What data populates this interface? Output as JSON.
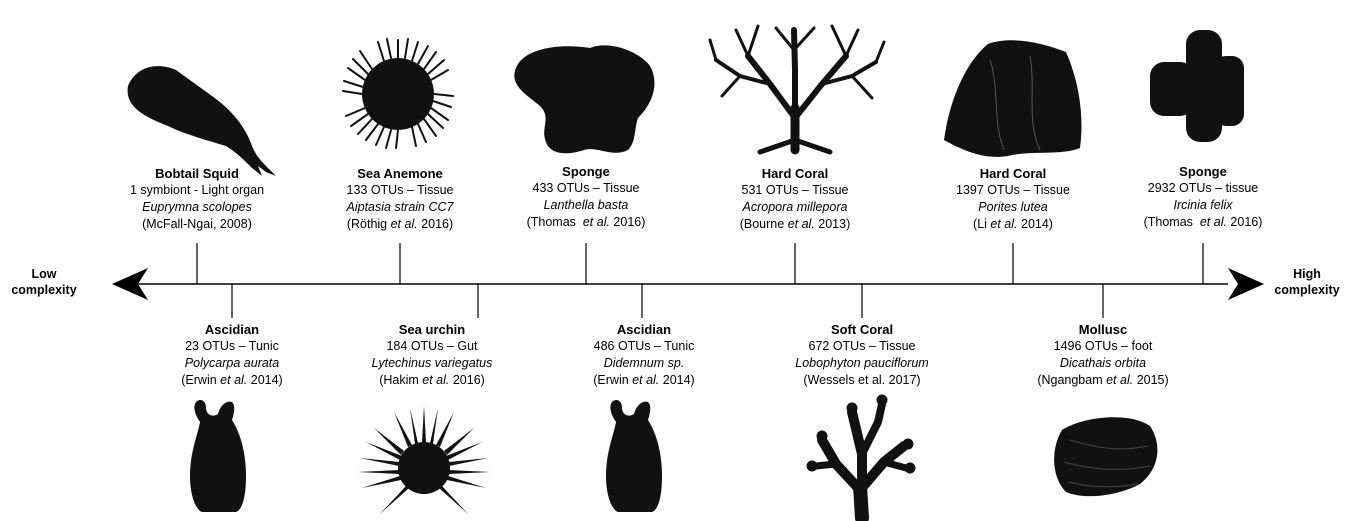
{
  "axis": {
    "low_label": [
      "Low",
      "complexity"
    ],
    "high_label": [
      "High",
      "complexity"
    ]
  },
  "top": [
    {
      "title": "Bobtail Squid",
      "info": "1 symbiont - Light organ",
      "species": "Euprymna scolopes",
      "cite_pre": "(McFall-Ngai, 2008)",
      "cite_etal": "",
      "cite_post": "",
      "icon": "squid-icon"
    },
    {
      "title": "Sea Anemone",
      "info": "133 OTUs – Tissue",
      "species": "Aiptasia strain CC7",
      "cite_pre": "(Röthig ",
      "cite_etal": "et al.",
      "cite_post": " 2016)",
      "icon": "sea-anemone-icon"
    },
    {
      "title": "Sponge",
      "info": "433 OTUs – Tissue",
      "species": "Lanthella basta",
      "cite_pre": "(Thomas  ",
      "cite_etal": "et al.",
      "cite_post": " 2016)",
      "icon": "sponge-icon"
    },
    {
      "title": "Hard Coral",
      "info": "531 OTUs – Tissue",
      "species": "Acropora millepora",
      "cite_pre": "(Bourne ",
      "cite_etal": "et al.",
      "cite_post": " 2013)",
      "icon": "branching-coral-icon"
    },
    {
      "title": "Hard Coral",
      "info": "1397 OTUs – Tissue",
      "species": "Porites lutea",
      "cite_pre": "(Li ",
      "cite_etal": "et al.",
      "cite_post": " 2014)",
      "icon": "massive-coral-icon"
    },
    {
      "title": "Sponge",
      "info": "2932 OTUs – tissue",
      "species": "Ircinia felix",
      "cite_pre": "(Thomas  ",
      "cite_etal": "et al.",
      "cite_post": " 2016)",
      "icon": "tube-sponge-icon"
    }
  ],
  "bottom": [
    {
      "title": "Ascidian",
      "info": "23 OTUs – Tunic",
      "species": "Polycarpa aurata",
      "cite_pre": "(Erwin ",
      "cite_etal": "et al.",
      "cite_post": " 2014)",
      "icon": "ascidian-icon"
    },
    {
      "title": "Sea urchin",
      "info": "184 OTUs – Gut",
      "species": "Lytechinus variegatus",
      "cite_pre": "(Hakim ",
      "cite_etal": "et al.",
      "cite_post": " 2016)",
      "icon": "sea-urchin-icon"
    },
    {
      "title": "Ascidian",
      "info": "486 OTUs – Tunic",
      "species": "Didemnum sp.",
      "cite_pre": "(Erwin ",
      "cite_etal": "et al.",
      "cite_post": " 2014)",
      "icon": "ascidian-icon"
    },
    {
      "title": "Soft Coral",
      "info": "672 OTUs – Tissue",
      "species": "Lobophyton pauciflorum",
      "cite_pre": "(Wessels et al. 2017)",
      "cite_etal": "",
      "cite_post": "",
      "icon": "soft-coral-icon"
    },
    {
      "title": "Mollusc",
      "info": "1496 OTUs – foot",
      "species": "Dicathais orbita",
      "cite_pre": "(Ngangbam ",
      "cite_etal": "et al.",
      "cite_post": " 2015)",
      "icon": "mollusc-icon"
    }
  ]
}
